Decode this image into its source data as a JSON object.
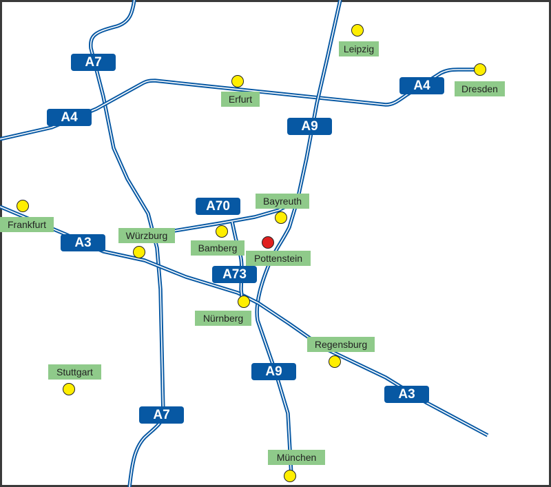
{
  "colors": {
    "road": "#0758a3",
    "label_bg": "#8fca8a",
    "city_dot": "#ffee00",
    "highlight_dot": "#e02020"
  },
  "roads": [
    {
      "name": "A7",
      "shields": [
        "A7",
        "A7"
      ]
    },
    {
      "name": "A4",
      "shields": [
        "A4",
        "A4"
      ]
    },
    {
      "name": "A9",
      "shields": [
        "A9",
        "A9"
      ]
    },
    {
      "name": "A3",
      "shields": [
        "A3",
        "A3"
      ]
    },
    {
      "name": "A70",
      "shields": [
        "A70"
      ]
    },
    {
      "name": "A73",
      "shields": [
        "A73"
      ]
    }
  ],
  "cities": [
    {
      "name": "Leipzig",
      "highlight": false
    },
    {
      "name": "Dresden",
      "highlight": false
    },
    {
      "name": "Erfurt",
      "highlight": false
    },
    {
      "name": "Bayreuth",
      "highlight": false
    },
    {
      "name": "Bamberg",
      "highlight": false
    },
    {
      "name": "Pottenstein",
      "highlight": true
    },
    {
      "name": "Nürnberg",
      "highlight": false
    },
    {
      "name": "Würzburg",
      "highlight": false
    },
    {
      "name": "Frankfurt",
      "highlight": false
    },
    {
      "name": "Regensburg",
      "highlight": false
    },
    {
      "name": "Stuttgart",
      "highlight": false
    },
    {
      "name": "München",
      "highlight": false
    }
  ]
}
